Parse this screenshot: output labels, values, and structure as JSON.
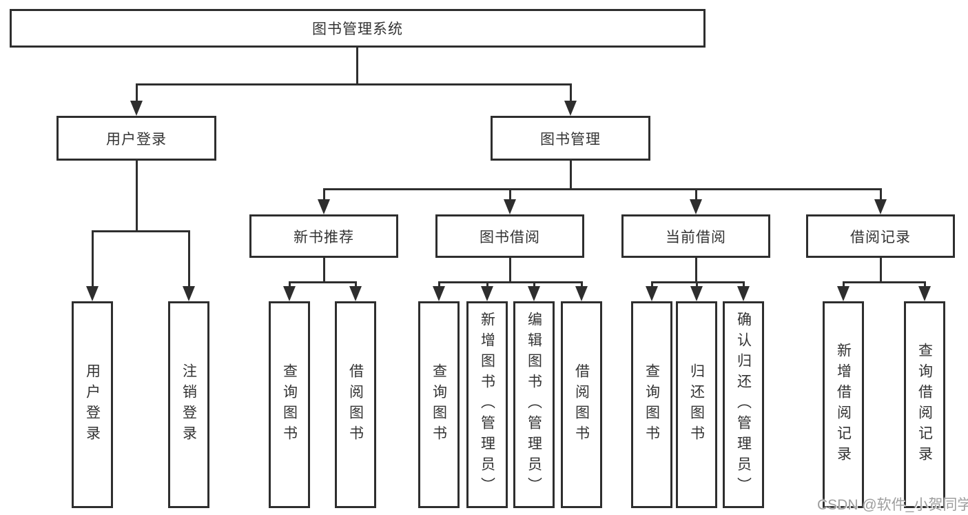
{
  "tree": {
    "label": "图书管理系统",
    "children": [
      {
        "label": "用户登录",
        "children": [
          {
            "label": "用户登录"
          },
          {
            "label": "注销登录"
          }
        ]
      },
      {
        "label": "图书管理",
        "children": [
          {
            "label": "新书推荐",
            "children": [
              {
                "label": "查询图书"
              },
              {
                "label": "借阅图书"
              }
            ]
          },
          {
            "label": "图书借阅",
            "children": [
              {
                "label": "查询图书"
              },
              {
                "label": "新增图书（管理员）"
              },
              {
                "label": "编辑图书（管理员）"
              },
              {
                "label": "借阅图书"
              }
            ]
          },
          {
            "label": "当前借阅",
            "children": [
              {
                "label": "查询图书"
              },
              {
                "label": "归还图书"
              },
              {
                "label": "确认归还（管理员）"
              }
            ]
          },
          {
            "label": "借阅记录",
            "children": [
              {
                "label": "新增借阅记录"
              },
              {
                "label": "查询借阅记录"
              }
            ]
          }
        ]
      }
    ]
  },
  "watermark": {
    "text": "CSDN @软件_小贺同学"
  },
  "colors": {
    "line": "#2e2e2e",
    "box_border": "#2e2e2e",
    "box_fill": "#ffffff",
    "text": "#333333",
    "watermark": "#9e9e9e"
  }
}
